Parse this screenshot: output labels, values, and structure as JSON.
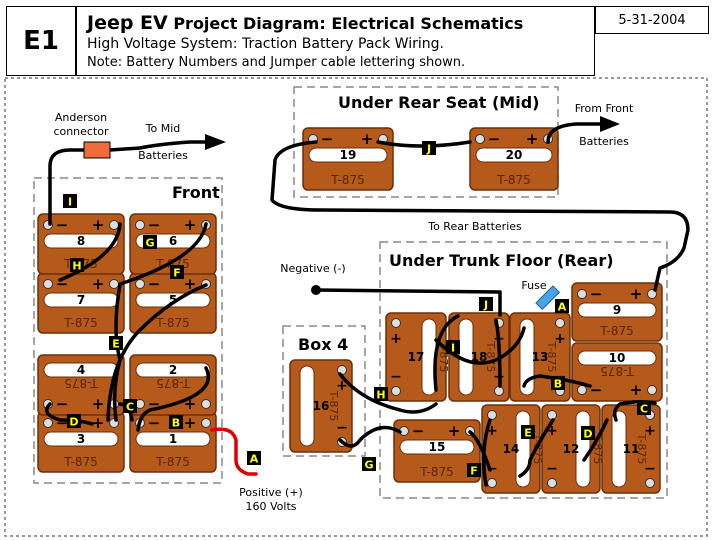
{
  "header": {
    "id": "E1",
    "title_bold": "Jeep EV",
    "title_rest": " Project Diagram: Electrical Schematics",
    "subtitle": "High Voltage System: Traction Battery Pack Wiring.",
    "note": "Note: Battery Numbers and Jumper cable lettering shown.",
    "date": "5-31-2004"
  },
  "regions": {
    "front": "Front",
    "rear_seat": "Under Rear Seat (Mid)",
    "trunk": "Under Trunk Floor (Rear)",
    "box4": "Box 4"
  },
  "labels": {
    "anderson": [
      "Anderson",
      "connector"
    ],
    "to_mid": [
      "To Mid",
      "Batteries"
    ],
    "from_front": [
      "From Front",
      "Batteries"
    ],
    "to_rear": "To Rear Batteries",
    "negative": "Negative (-)",
    "fuse": "Fuse",
    "positive": [
      "Positive (+)",
      "160 Volts"
    ]
  },
  "battery_model": "T-875",
  "colors": {
    "battery": "#b65a1c",
    "cable": "#000000",
    "positive_cable": "#e00000",
    "fuse": "#4aa3e8",
    "anderson": "#f06a3a",
    "tag": "#000000",
    "tag_text": "#ffff00"
  },
  "batteries": [
    {
      "num": "1",
      "orient": "h"
    },
    {
      "num": "2",
      "orient": "h"
    },
    {
      "num": "3",
      "orient": "h"
    },
    {
      "num": "4",
      "orient": "h"
    },
    {
      "num": "5",
      "orient": "h"
    },
    {
      "num": "6",
      "orient": "h"
    },
    {
      "num": "7",
      "orient": "h"
    },
    {
      "num": "8",
      "orient": "h"
    },
    {
      "num": "9",
      "orient": "h"
    },
    {
      "num": "10",
      "orient": "h"
    },
    {
      "num": "11",
      "orient": "v"
    },
    {
      "num": "12",
      "orient": "v"
    },
    {
      "num": "13",
      "orient": "v"
    },
    {
      "num": "14",
      "orient": "v"
    },
    {
      "num": "15",
      "orient": "h"
    },
    {
      "num": "16",
      "orient": "v"
    },
    {
      "num": "17",
      "orient": "v"
    },
    {
      "num": "18",
      "orient": "v"
    },
    {
      "num": "19",
      "orient": "h"
    },
    {
      "num": "20",
      "orient": "h"
    }
  ],
  "jumpers": [
    "A",
    "B",
    "C",
    "D",
    "E",
    "F",
    "G",
    "H",
    "I",
    "J",
    "A",
    "B",
    "C",
    "D",
    "E",
    "F",
    "G",
    "H",
    "I",
    "J"
  ]
}
